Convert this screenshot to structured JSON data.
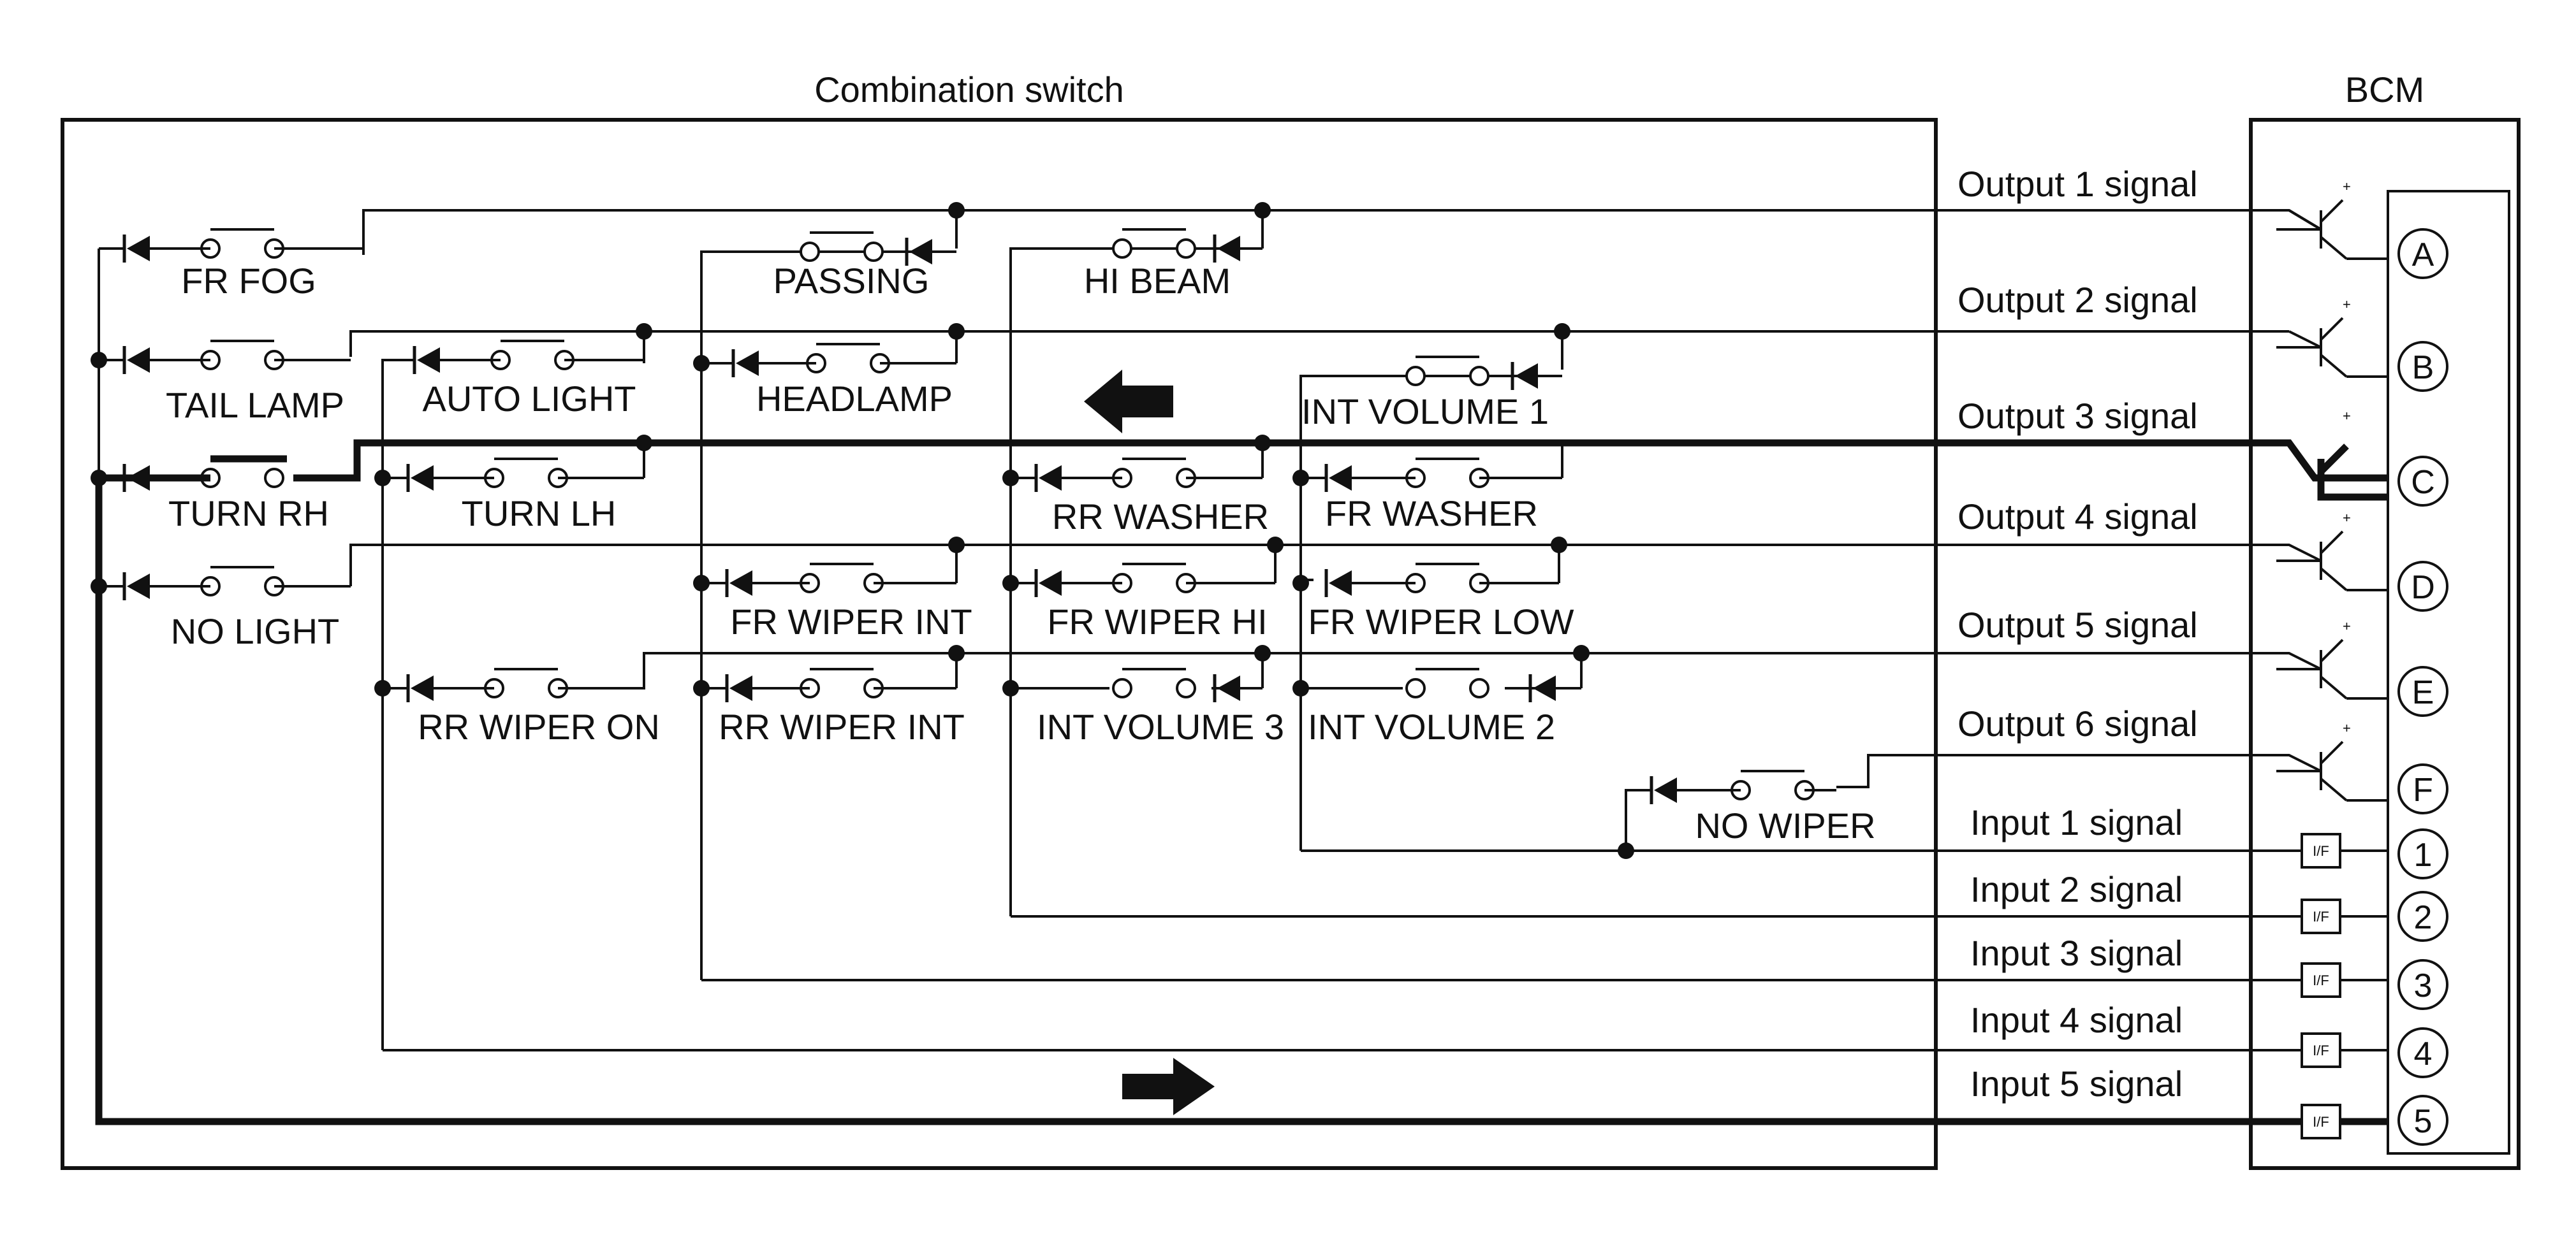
{
  "titles": {
    "combination_switch": "Combination switch",
    "bcm": "BCM"
  },
  "switches": {
    "fr_fog": "FR FOG",
    "passing": "PASSING",
    "hi_beam": "HI BEAM",
    "tail_lamp": "TAIL LAMP",
    "auto_light": "AUTO LIGHT",
    "headlamp": "HEADLAMP",
    "int_volume_1": "INT VOLUME 1",
    "turn_rh": "TURN RH",
    "turn_lh": "TURN LH",
    "rr_washer": "RR WASHER",
    "fr_washer": "FR WASHER",
    "no_light": "NO LIGHT",
    "fr_wiper_int": "FR WIPER INT",
    "fr_wiper_hi": "FR WIPER HI",
    "fr_wiper_low": "FR WIPER LOW",
    "rr_wiper_on": "RR WIPER ON",
    "rr_wiper_int": "RR WIPER INT",
    "int_volume_3": "INT VOLUME 3",
    "int_volume_2": "INT VOLUME 2",
    "no_wiper": "NO WIPER"
  },
  "signals": {
    "output_1": "Output 1 signal",
    "output_2": "Output 2 signal",
    "output_3": "Output 3 signal",
    "output_4": "Output 4 signal",
    "output_5": "Output 5 signal",
    "output_6": "Output 6 signal",
    "input_1": "Input 1 signal",
    "input_2": "Input 2 signal",
    "input_3": "Input 3 signal",
    "input_4": "Input 4 signal",
    "input_5": "Input 5 signal"
  },
  "terminals": {
    "a": "A",
    "b": "B",
    "c": "C",
    "d": "D",
    "e": "E",
    "f": "F",
    "t1": "1",
    "t2": "2",
    "t3": "3",
    "t4": "4",
    "t5": "5"
  },
  "interface_label": "I/F",
  "plus_sign": "+"
}
